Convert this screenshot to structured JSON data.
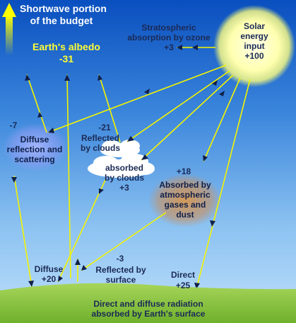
{
  "title_line1": "Shortwave portion",
  "title_line2": "of the budget",
  "albedo_line1": "Earth's albedo",
  "albedo_line2": "-31",
  "ozone_line1": "Stratospheric",
  "ozone_line2": "absorption by ozone",
  "ozone_value": "+3",
  "solar_line1": "Solar",
  "solar_line2": "energy",
  "solar_line3": "input",
  "solar_value": "+100",
  "diffuse_value": "-7",
  "diffuse_line1": "Diffuse",
  "diffuse_line2": "reflection and",
  "diffuse_line3": "scattering",
  "clouds_value": "-21",
  "clouds_line1": "Reflected",
  "clouds_line2": "by clouds",
  "absclouds_line1": "absorbed",
  "absclouds_line2": "by clouds",
  "absclouds_value": "+3",
  "atm_value": "+18",
  "atm_line1": "Absorbed by",
  "atm_line2": "atmospheric",
  "atm_line3": "gases and",
  "atm_line4": "dust",
  "surfdiff_line1": "Diffuse",
  "surfdiff_value": "+20",
  "surfref_value": "-3",
  "surfref_line1": "Reflected by",
  "surfref_line2": "surface",
  "direct_line1": "Direct",
  "direct_value": "+25",
  "ground_line1": "Direct and diffuse radiation",
  "ground_line2": "absorbed by Earth's surface",
  "colors": {
    "ray": "#f4f400",
    "sun": "#ffffb0",
    "ground": "#8cc63f",
    "text": "#1b2a55"
  }
}
